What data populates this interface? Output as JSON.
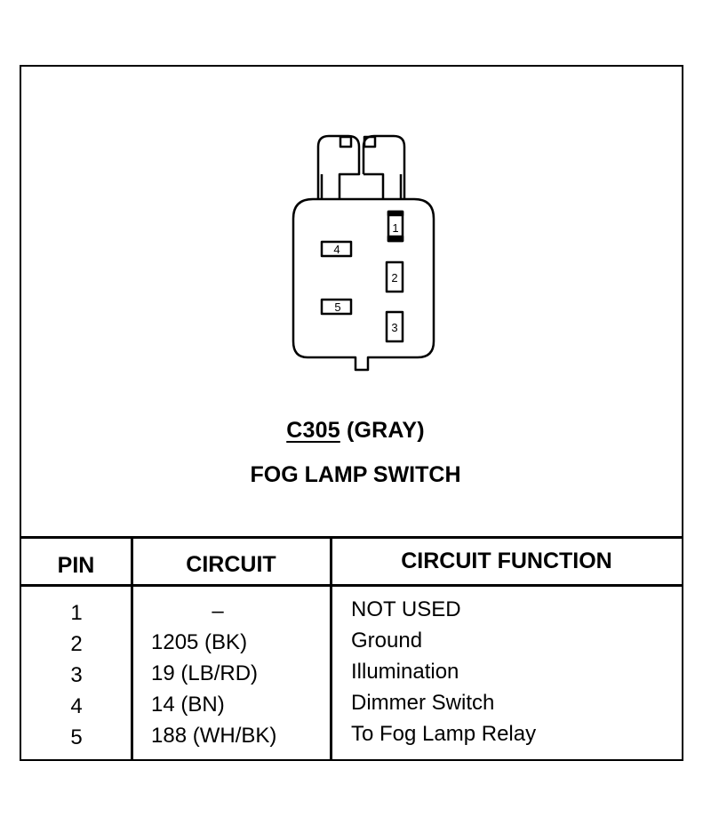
{
  "connector": {
    "code": "C305",
    "color": "(GRAY)",
    "name": "FOG LAMP SWITCH",
    "cavity_labels": [
      "1",
      "2",
      "3",
      "4",
      "5"
    ]
  },
  "table": {
    "headers": {
      "pin": "PIN",
      "circuit": "CIRCUIT",
      "function": "CIRCUIT FUNCTION"
    },
    "rows": [
      {
        "pin": "1",
        "circuit": "–",
        "function": "NOT USED"
      },
      {
        "pin": "2",
        "circuit": "1205 (BK)",
        "function": "Ground"
      },
      {
        "pin": "3",
        "circuit": "19 (LB/RD)",
        "function": "Illumination"
      },
      {
        "pin": "4",
        "circuit": "14 (BN)",
        "function": "Dimmer Switch"
      },
      {
        "pin": "5",
        "circuit": "188 (WH/BK)",
        "function": "To Fog Lamp Relay"
      }
    ]
  }
}
